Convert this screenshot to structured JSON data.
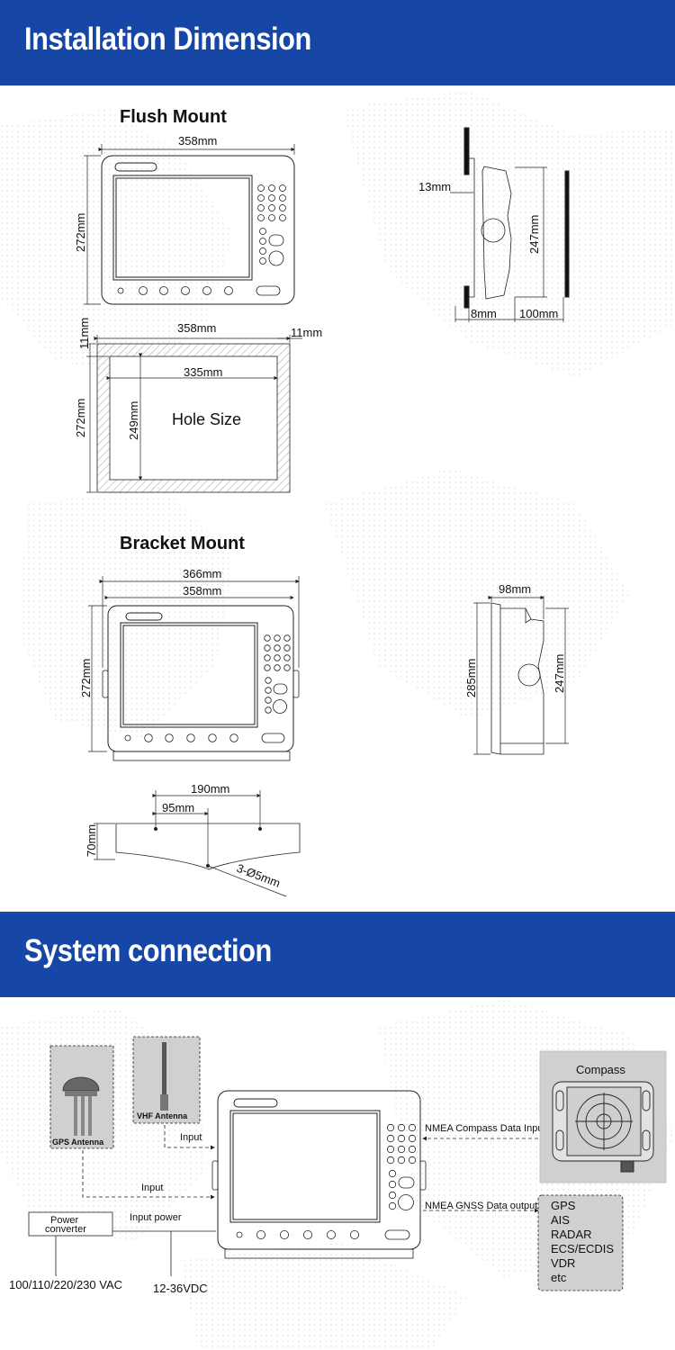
{
  "sections": {
    "installation_title": "Installation Dimension",
    "system_title": "System connection"
  },
  "flush": {
    "title": "Flush Mount",
    "front_width": "358mm",
    "front_height": "272mm",
    "side_height": "247mm",
    "side_panel": "13mm",
    "side_depth_a": "8mm",
    "side_depth_b": "100mm",
    "cut_width": "358mm",
    "cut_margin_top": "11mm",
    "cut_margin_right": "11mm",
    "cut_height": "272mm",
    "hole_width": "335mm",
    "hole_height": "249mm",
    "hole_label": "Hole Size"
  },
  "bracket": {
    "title": "Bracket Mount",
    "outer_width": "366mm",
    "inner_width": "358mm",
    "height": "272mm",
    "side_depth": "98mm",
    "side_outer_height": "285mm",
    "side_inner_height": "247mm",
    "base_span": "190mm",
    "base_half": "95mm",
    "base_height": "70mm",
    "holes": "3-Ø5mm"
  },
  "system": {
    "gps_antenna": "GPS Antenna",
    "vhf_antenna": "VHF Antenna",
    "compass": "Compass",
    "input_vhf": "Input",
    "input_gps": "Input",
    "input_power": "Input power",
    "power_converter_l1": "Power",
    "power_converter_l2": "converter",
    "ac_voltage": "100/110/220/230 VAC",
    "dc_voltage": "12-36VDC",
    "nmea_compass": "NMEA Compass Data Input",
    "nmea_gnss": "NMEA GNSS Data output",
    "outputs": [
      "GPS",
      "AIS",
      "RADAR",
      "ECS/ECDIS",
      "VDR",
      "etc"
    ]
  },
  "colors": {
    "banner": "#1646a6",
    "line": "#222222",
    "hatch": "#b8b8b8",
    "box_gray": "#d0d0d0"
  }
}
